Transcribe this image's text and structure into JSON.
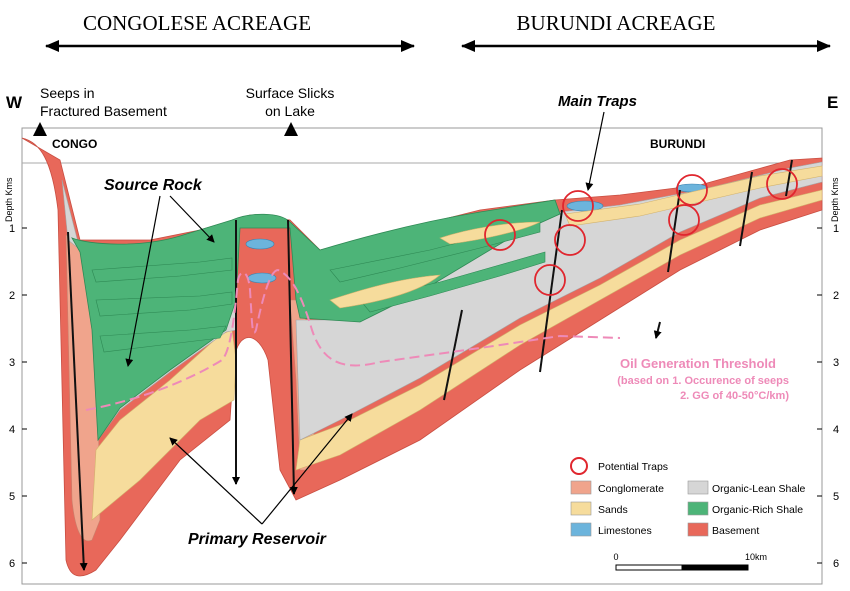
{
  "header": {
    "left_label": "CONGOLESE ACREAGE",
    "right_label": "BURUNDI ACREAGE"
  },
  "compass": {
    "west": "W",
    "east": "E"
  },
  "annotations": {
    "seeps": [
      "Seeps in",
      "Fractured Basement"
    ],
    "slicks": [
      "Surface Slicks",
      "on Lake"
    ],
    "congo": "CONGO",
    "burundi": "BURUNDI",
    "main_traps": "Main Traps",
    "source_rock": "Source Rock",
    "primary_reservoir": "Primary Reservoir",
    "oil_threshold": [
      "Oil Generation Threshold",
      "(based on 1. Occurence of seeps",
      "2. GG of 40-50°C/km)"
    ]
  },
  "depth_axis": {
    "label": "Depth Kms",
    "ticks": [
      "1",
      "2",
      "3",
      "4",
      "5",
      "6"
    ]
  },
  "legend": {
    "items": [
      {
        "label": "Potential Traps",
        "kind": "circle",
        "color": "#e0262e"
      },
      {
        "label": "Conglomerate",
        "kind": "swatch",
        "color": "#f0a48c"
      },
      {
        "label": "Organic-Lean Shale",
        "kind": "swatch",
        "color": "#d6d6d6"
      },
      {
        "label": "Sands",
        "kind": "swatch",
        "color": "#f6dc9c"
      },
      {
        "label": "Organic-Rich Shale",
        "kind": "swatch",
        "color": "#4db478"
      },
      {
        "label": "Limestones",
        "kind": "swatch",
        "color": "#6cb4dc"
      },
      {
        "label": "Basement",
        "kind": "swatch",
        "color": "#e8685a"
      }
    ]
  },
  "scale_bar": {
    "start": "0",
    "end": "10km"
  },
  "colors": {
    "basement": "#e8685a",
    "conglomerate": "#f0a48c",
    "sands": "#f6dc9c",
    "lean_shale": "#d6d6d6",
    "rich_shale": "#4db478",
    "limestone": "#6cb4dc",
    "trap": "#e0262e",
    "threshold": "#ee8ab8"
  }
}
